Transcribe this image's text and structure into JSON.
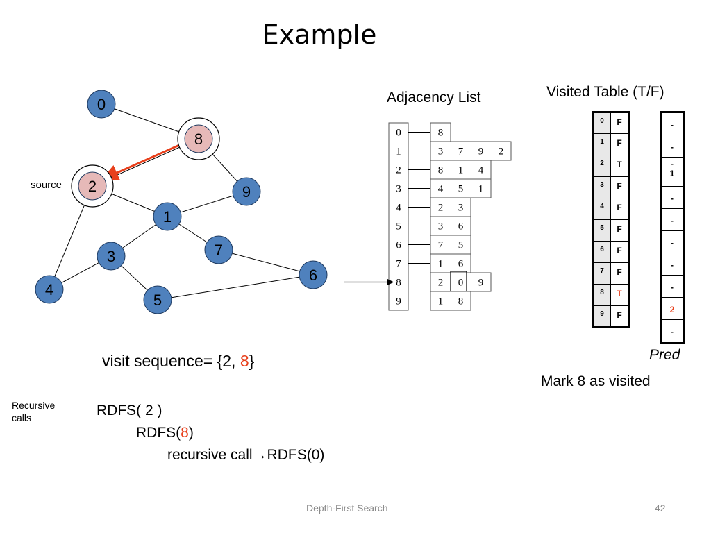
{
  "slide": {
    "title": "Example",
    "footer": "Depth-First Search",
    "page_number": "42"
  },
  "graph": {
    "source_label": "source",
    "nodes": [
      {
        "id": "0",
        "state": "unvisited"
      },
      {
        "id": "1",
        "state": "unvisited"
      },
      {
        "id": "2",
        "state": "visited",
        "role": "source"
      },
      {
        "id": "3",
        "state": "unvisited"
      },
      {
        "id": "4",
        "state": "unvisited"
      },
      {
        "id": "5",
        "state": "unvisited"
      },
      {
        "id": "6",
        "state": "unvisited"
      },
      {
        "id": "7",
        "state": "unvisited"
      },
      {
        "id": "8",
        "state": "visited"
      },
      {
        "id": "9",
        "state": "unvisited"
      }
    ],
    "edges": [
      [
        "0",
        "8"
      ],
      [
        "8",
        "2"
      ],
      [
        "8",
        "9"
      ],
      [
        "2",
        "1"
      ],
      [
        "2",
        "4"
      ],
      [
        "9",
        "1"
      ],
      [
        "1",
        "3"
      ],
      [
        "1",
        "7"
      ],
      [
        "3",
        "4"
      ],
      [
        "3",
        "5"
      ],
      [
        "7",
        "6"
      ],
      [
        "5",
        "6"
      ]
    ],
    "highlighted_edge": {
      "from": "8",
      "to": "2"
    },
    "colors": {
      "unvisited": "#4f81bd",
      "visited": "#e6b9b8",
      "highlight": "#e8401c"
    }
  },
  "adjacency": {
    "title": "Adjacency List",
    "current_vertex": "8",
    "current_neighbor": "0",
    "lists": [
      {
        "vertex": "0",
        "neighbors": [
          "8"
        ]
      },
      {
        "vertex": "1",
        "neighbors": [
          "3",
          "7",
          "9",
          "2"
        ]
      },
      {
        "vertex": "2",
        "neighbors": [
          "8",
          "1",
          "4"
        ]
      },
      {
        "vertex": "3",
        "neighbors": [
          "4",
          "5",
          "1"
        ]
      },
      {
        "vertex": "4",
        "neighbors": [
          "2",
          "3"
        ]
      },
      {
        "vertex": "5",
        "neighbors": [
          "3",
          "6"
        ]
      },
      {
        "vertex": "6",
        "neighbors": [
          "7",
          "5"
        ]
      },
      {
        "vertex": "7",
        "neighbors": [
          "1",
          "6"
        ]
      },
      {
        "vertex": "8",
        "neighbors": [
          "2",
          "0",
          "9"
        ]
      },
      {
        "vertex": "9",
        "neighbors": [
          "1",
          "8"
        ]
      }
    ]
  },
  "visited_table": {
    "title": "Visited Table (T/F)",
    "rows": [
      {
        "index": "0",
        "visited": "F",
        "pred": "-"
      },
      {
        "index": "1",
        "visited": "F",
        "pred": "-"
      },
      {
        "index": "2",
        "visited": "T",
        "pred": "-\n1"
      },
      {
        "index": "3",
        "visited": "F",
        "pred": "-"
      },
      {
        "index": "4",
        "visited": "F",
        "pred": "-"
      },
      {
        "index": "5",
        "visited": "F",
        "pred": "-"
      },
      {
        "index": "6",
        "visited": "F",
        "pred": "-"
      },
      {
        "index": "7",
        "visited": "F",
        "pred": "-"
      },
      {
        "index": "8",
        "visited": "T",
        "pred": "2",
        "highlight": true
      },
      {
        "index": "9",
        "visited": "F",
        "pred": "-"
      }
    ],
    "pred_label": "Pred",
    "message": "Mark 8 as visited"
  },
  "visit_sequence": {
    "prefix": "visit sequence= {2, ",
    "new_item": "8",
    "suffix": "}"
  },
  "recursion": {
    "label": "Recursive calls",
    "call1": "RDFS( 2 )",
    "call2_prefix": "RDFS(",
    "call2_arg": "8",
    "call2_suffix": ")",
    "call3_prefix": "recursive call",
    "call3_arrow": "→",
    "call3_target": "RDFS(0)"
  }
}
